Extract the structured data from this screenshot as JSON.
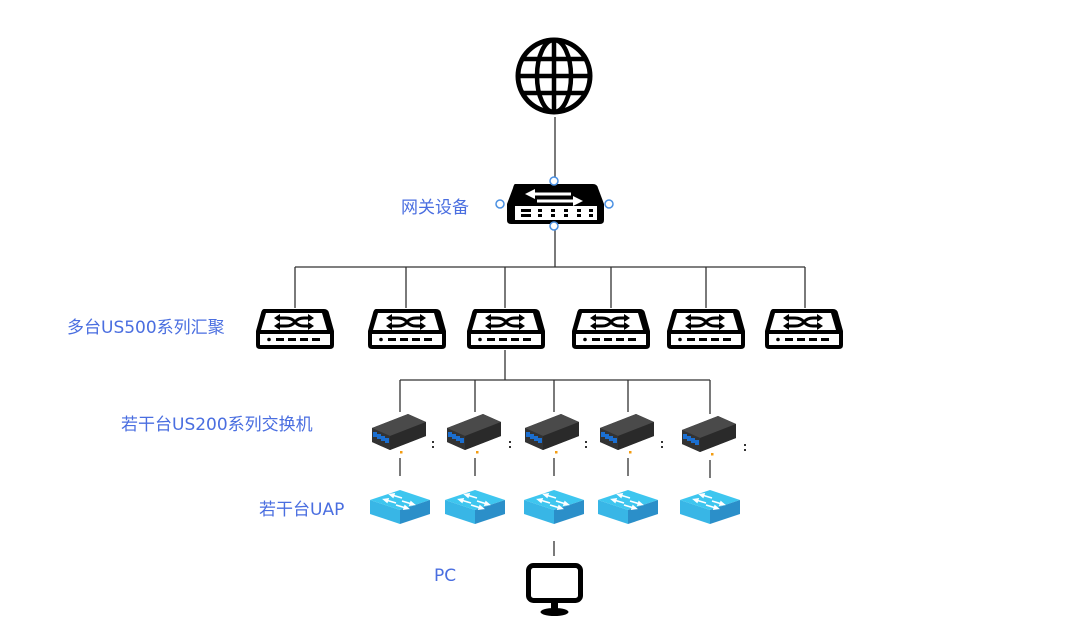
{
  "diagram": {
    "title": "Network topology",
    "colors": {
      "label": "#4a6ee0",
      "line": "#333333",
      "device_dark": "#000000",
      "uap_top": "#3ec6ef",
      "uap_side": "#2b8fc9",
      "handle": "#4a90e2",
      "fiber_port": "#1b6fd1",
      "status_led": "#f39c12"
    },
    "layers": [
      {
        "id": "internet",
        "label": "",
        "icon": "globe-icon",
        "count": 1
      },
      {
        "id": "gateway",
        "label": "网关设备",
        "icon": "gateway-router-icon",
        "count": 1
      },
      {
        "id": "aggregation",
        "label": "多台US500系列汇聚",
        "icon": "aggregation-switch-icon",
        "count": 6
      },
      {
        "id": "access",
        "label": "若干台US200系列交换机",
        "icon": "fiber-switch-icon",
        "count": 5
      },
      {
        "id": "uap",
        "label": "若干台UAP",
        "icon": "access-point-icon",
        "count": 5
      },
      {
        "id": "pc",
        "label": "PC",
        "icon": "monitor-icon",
        "count": 1
      }
    ]
  }
}
